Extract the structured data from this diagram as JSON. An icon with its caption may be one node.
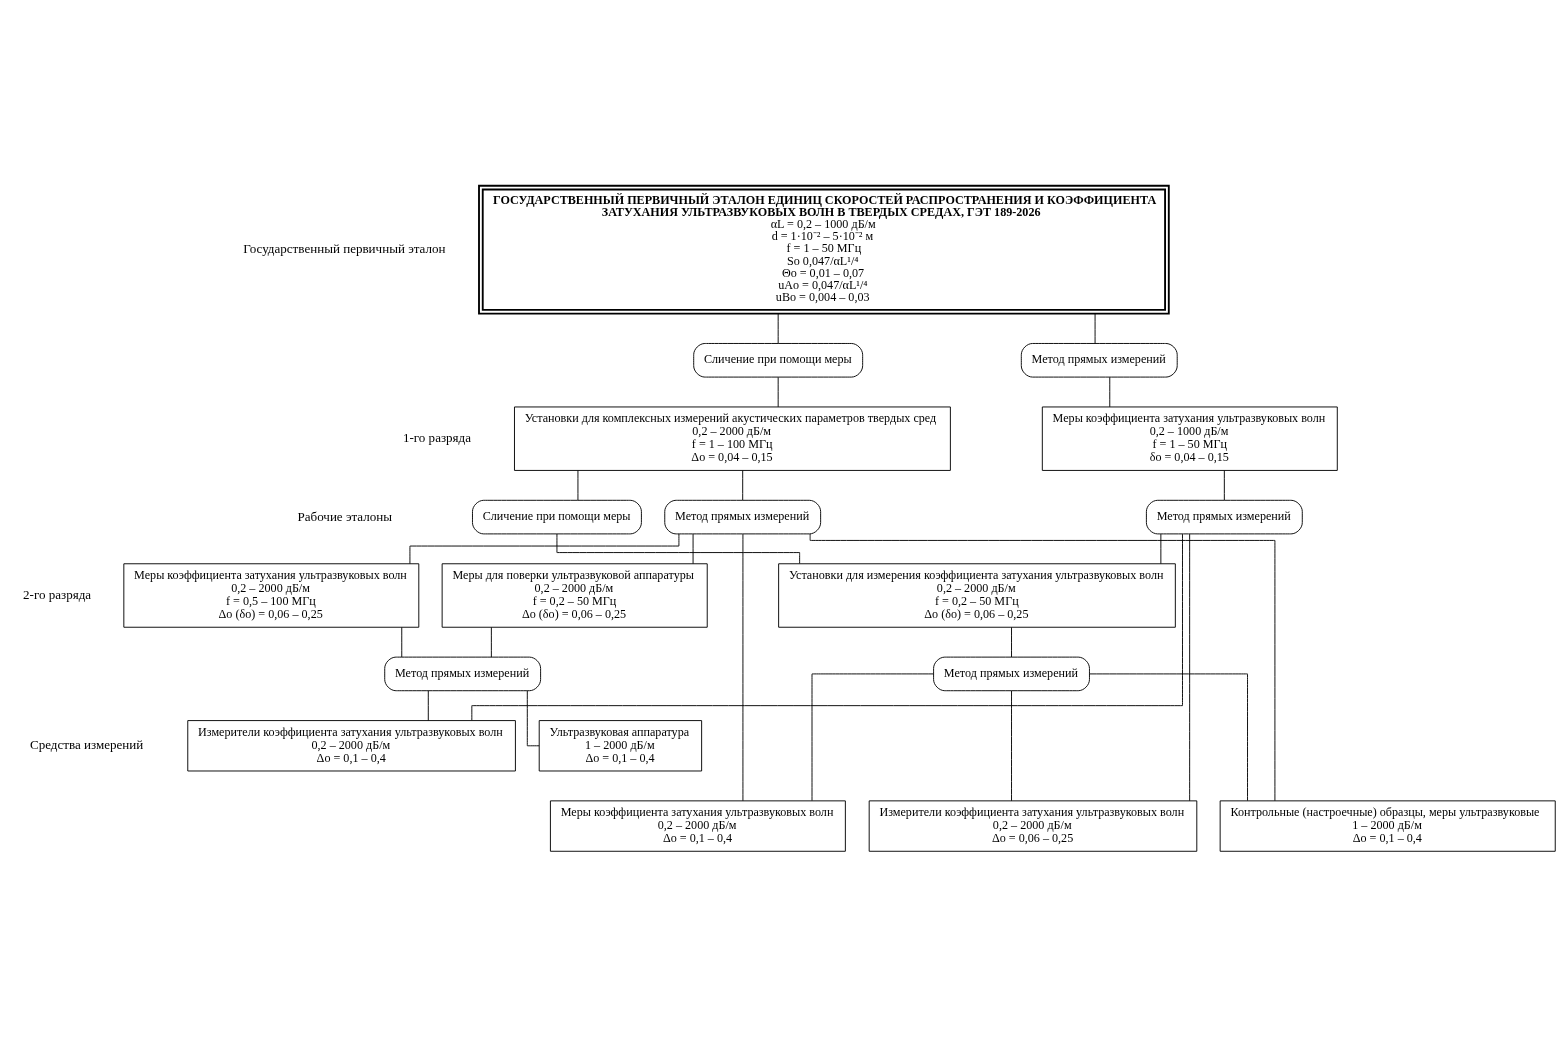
{
  "diagram": {
    "nodes": [
      {
        "text": [
          "ГОСУДАРСТВЕННЫЙ ПЕРВИЧНЫЙ ЭТАЛОН ЕДИНИЦ СКОРОСТЕЙ РАСПРОСТРАНЕНИЯ И КОЭФФИЦИЕНТА ЗАТУХАНИЯ УЛЬТРАЗВУКОВЫХ ВОЛН В ТВЕРДЫХ СРЕДАХ, ГЭТ 189-2026",
          "αL = 0,2 – 1000 дБ/м",
          "d = 1·10⁻² – 5·10⁻² м",
          "f = 1 – 50 МГц",
          "So 0,047/αL¹/⁴",
          "Θo = 0,01 – 0,07",
          "uAo = 0,047/αL¹/⁴",
          "uBo = 0,004 – 0,03"
        ]
      },
      {
        "text": [
          "Сличение при помощи меры"
        ]
      },
      {
        "text": [
          "Метод прямых измерений"
        ]
      },
      {
        "text": [
          "Установки для комплексных измерений акустических параметров твердых сред",
          "0,2 – 2000 дБ/м",
          "f = 1 – 100 МГц",
          "Δo = 0,04 – 0,15"
        ]
      },
      {
        "text": [
          "Меры коэффициента затухания ультразвуковых волн",
          "0,2 – 1000 дБ/м",
          "f = 1 – 50 МГц",
          "δo = 0,04 – 0,15"
        ]
      },
      {
        "text": [
          "Сличение при помощи меры"
        ]
      },
      {
        "text": [
          "Метод прямых измерений"
        ]
      },
      {
        "text": [
          "Метод прямых измерений"
        ]
      },
      {
        "text": [
          "Установки для измерения коэффициента затухания ультразвуковых волн",
          "0,2 – 2000 дБ/м",
          "f = 0,2 – 50 МГц",
          "Δo (δo) = 0,06 – 0,25"
        ]
      },
      {
        "text": [
          "Меры коэффициента затухания ультразвуковых волн",
          "0,2 – 2000 дБ/м",
          "f = 0,5 – 100 МГц",
          "Δo (δo) = 0,06 – 0,25"
        ]
      },
      {
        "text": [
          "Меры для поверки ультразвуковой аппаратуры",
          "0,2 – 2000 дБ/м",
          "f = 0,2 – 50 МГц",
          "Δo (δo) = 0,06 – 0,25"
        ]
      },
      {
        "text": [
          "Метод прямых измерений"
        ]
      },
      {
        "text": [
          "Метод прямых измерений"
        ]
      },
      {
        "text": [
          "Измерители коэффициента затухания ультразвуковых волн",
          "0,2 – 2000 дБ/м",
          "Δo = 0,1 – 0,4"
        ]
      },
      {
        "text": [
          "Ультразвуковая аппаратура",
          "1 – 2000 дБ/м",
          "Δo = 0,1 – 0,4"
        ]
      },
      {
        "text": [
          "Измерители коэффициента затухания ультразвуковых волн",
          "0,2 – 2000 дБ/м",
          "Δo = 0,06 – 0,25"
        ]
      },
      {
        "text": [
          "Меры коэффициента затухания ультразвуковых волн",
          "0,2 – 2000 дБ/м",
          "Δo = 0,1 – 0,4"
        ]
      },
      {
        "text": [
          "Контрольные (настроечные) образцы, меры ультразвуковые",
          "1 – 2000 дБ/м",
          "Δo = 0,1 – 0,4"
        ]
      }
    ],
    "edges": [
      {
        "from": 0,
        "to": 1,
        "arrow": "none"
      },
      {
        "from": 0,
        "to": 2,
        "arrow": "none"
      },
      {
        "from": 1,
        "to": 3,
        "arrow": "none"
      },
      {
        "from": 2,
        "to": 4,
        "arrow": "none"
      },
      {
        "from": 3,
        "to": 5,
        "arrow": "none"
      },
      {
        "from": 3,
        "to": 6,
        "arrow": "none"
      },
      {
        "from": 4,
        "to": 7,
        "arrow": "none"
      },
      {
        "from": 5,
        "to": 8,
        "arrow": "none"
      },
      {
        "from": 7,
        "to": 8,
        "arrow": "none"
      },
      {
        "from": 7,
        "to": 13,
        "arrow": "none"
      },
      {
        "from": 7,
        "to": 15,
        "arrow": "none"
      },
      {
        "from": 6,
        "to": 9,
        "arrow": "none"
      },
      {
        "from": 6,
        "to": 10,
        "arrow": "none"
      },
      {
        "from": 6,
        "to": 16,
        "arrow": "none"
      },
      {
        "from": 6,
        "to": 17,
        "arrow": "none"
      },
      {
        "from": 8,
        "to": 11,
        "arrow": "none"
      },
      {
        "from": 9,
        "to": 12,
        "arrow": "none"
      },
      {
        "from": 10,
        "to": 12,
        "arrow": "none"
      },
      {
        "from": 12,
        "to": 13,
        "arrow": "none"
      },
      {
        "from": 12,
        "to": 14,
        "arrow": "none"
      },
      {
        "from": 11,
        "to": 15,
        "arrow": "none"
      },
      {
        "from": 11,
        "to": 16,
        "arrow": "none"
      },
      {
        "from": 11,
        "to": 17,
        "arrow": "none"
      }
    ],
    "labels": [
      "Государственный первичный эталон",
      "Рабочие эталоны",
      "1-го разряда",
      "2-го разряда",
      "Средства измерений"
    ]
  }
}
